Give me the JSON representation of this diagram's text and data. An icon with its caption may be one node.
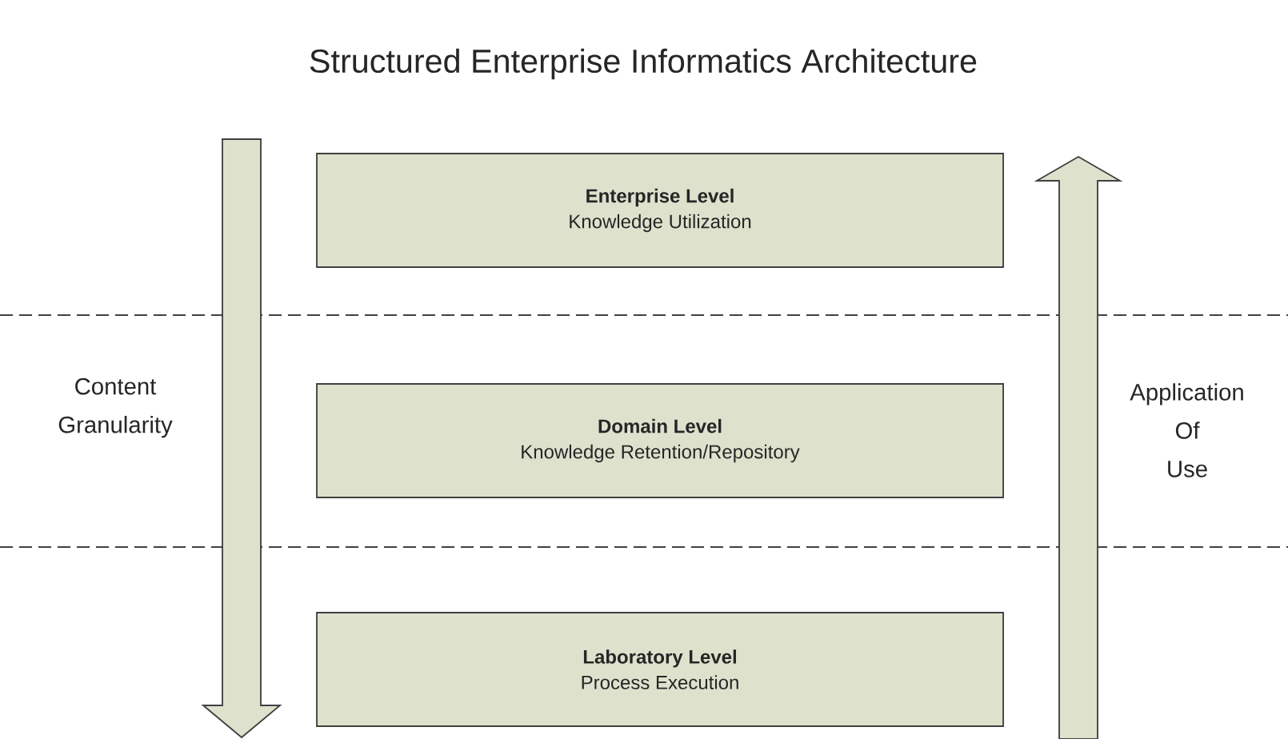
{
  "diagram": {
    "title": "Structured Enterprise Informatics Architecture",
    "nodes": [
      {
        "text": [
          "Enterprise Level",
          "Knowledge Utilization"
        ]
      },
      {
        "text": [
          "Domain Level",
          "Knowledge Retention/Repository"
        ]
      },
      {
        "text": [
          "Laboratory Level",
          "Process Execution"
        ]
      }
    ],
    "labels": [
      "Content Granularity",
      "Application Of Use"
    ]
  }
}
